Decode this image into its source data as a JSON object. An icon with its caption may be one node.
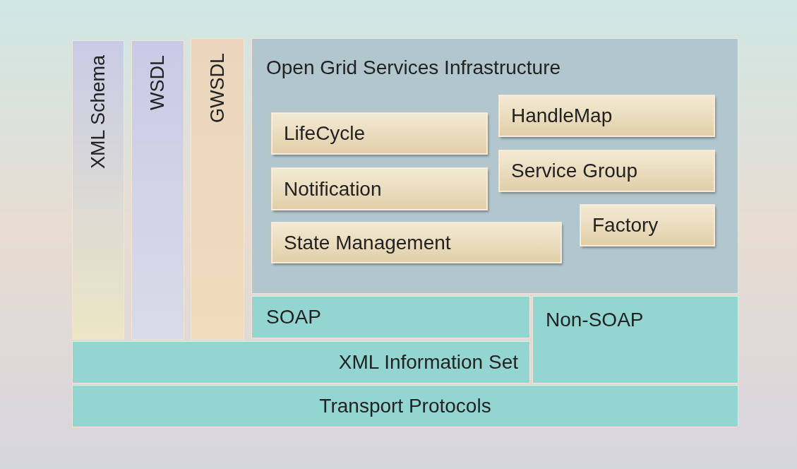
{
  "diagram": {
    "nodes": [
      {
        "text": [
          "XML Schema"
        ]
      },
      {
        "text": [
          "WSDL"
        ]
      },
      {
        "text": [
          "GWSDL"
        ]
      },
      {
        "text": [
          "Open Grid Services Infrastructure"
        ]
      },
      {
        "text": [
          "LifeCycle"
        ],
        "in": 3
      },
      {
        "text": [
          "HandleMap"
        ],
        "in": 3
      },
      {
        "text": [
          "Notification"
        ],
        "in": 3
      },
      {
        "text": [
          "Service Group"
        ],
        "in": 3
      },
      {
        "text": [
          "State Management"
        ],
        "in": 3
      },
      {
        "text": [
          "Factory"
        ],
        "in": 3
      },
      {
        "text": [
          "SOAP"
        ]
      },
      {
        "text": [
          "Non-SOAP"
        ]
      },
      {
        "text": [
          "XML Information Set"
        ]
      },
      {
        "text": [
          "Transport Protocols"
        ]
      }
    ]
  }
}
